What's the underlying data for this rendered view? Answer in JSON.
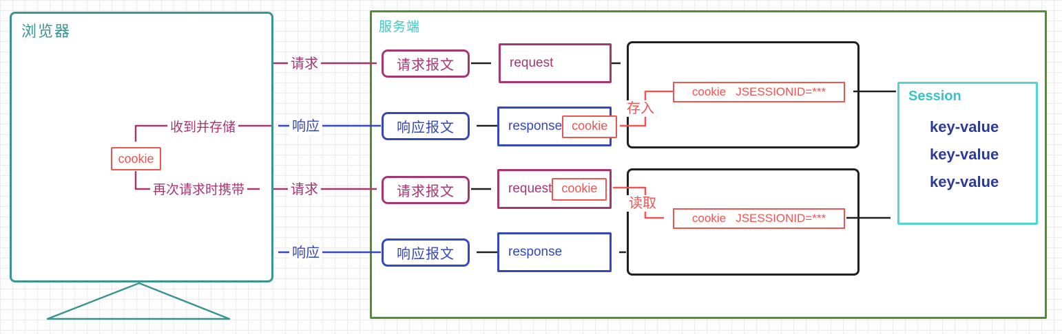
{
  "browser": {
    "title": "浏览器"
  },
  "server": {
    "title": "服务端"
  },
  "labels": {
    "request": "请求",
    "response": "响应",
    "received_and_stored": "收到并存储",
    "carried_on_next_request": "再次请求时携带",
    "store_in": "存入",
    "read_out": "读取"
  },
  "boxes": {
    "request_message": "请求报文",
    "response_message": "响应报文",
    "request": "request",
    "response": "response",
    "cookie": "cookie",
    "cookie_jsessionid": "cookie   JSESSIONID=***"
  },
  "session": {
    "title": "Session",
    "entries": [
      "key-value",
      "key-value",
      "key-value"
    ]
  },
  "colors": {
    "browser_border": "#3a9491",
    "server_border": "#4f8f2e",
    "cyan_accent": "#35c4c8",
    "magenta": "#a83572",
    "blue": "#3347c2",
    "red": "#f05450",
    "navy": "#2b3a9c",
    "black_frame": "#1f1f1f"
  }
}
